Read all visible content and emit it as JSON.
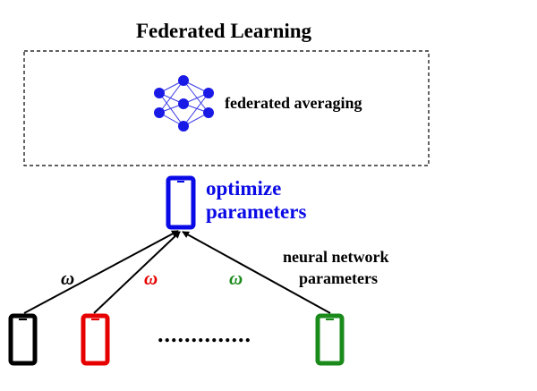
{
  "title": "Federated Learning",
  "server": {
    "label": "federated averaging"
  },
  "central_device": {
    "label_line1": "optimize",
    "label_line2": "parameters",
    "color": "#0a0ae6"
  },
  "edges": [
    {
      "symbol": "ω",
      "color": "#000000"
    },
    {
      "symbol": "ω",
      "color": "#e60000"
    },
    {
      "symbol": "ω",
      "color": "#1a8a1a"
    }
  ],
  "annotation": {
    "line1": "neural network",
    "line2": "parameters"
  },
  "clients": [
    {
      "color": "#000000"
    },
    {
      "color": "#e60000"
    },
    {
      "color": "#1a8a1a"
    }
  ],
  "ellipsis": "..............",
  "colors": {
    "network_nodes": "#1a1ae6",
    "network_edges": "#3a3ae6",
    "box_border": "#000000"
  },
  "icons": {
    "device": "smartphone-icon",
    "network": "neural-network-icon"
  }
}
